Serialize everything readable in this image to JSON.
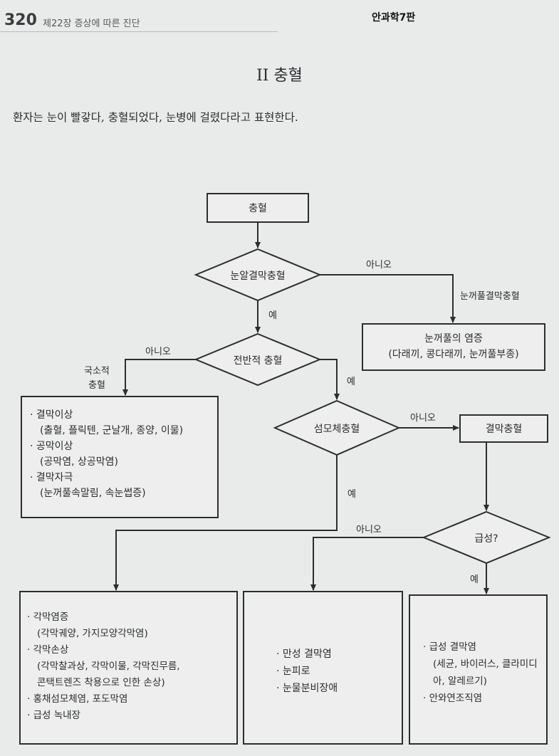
{
  "header": {
    "page_number": "320",
    "chapter": "제22장 증상에 따른 진단",
    "book": "안과학7판"
  },
  "section_title": "II 충혈",
  "intro": "환자는 눈이 빨갛다, 충혈되었다, 눈병에 걸렸다라고 표현한다.",
  "nodes": {
    "start": "충혈",
    "d1": "눈알결막충혈",
    "d2": "전반적 충혈",
    "d3": "섬모체충혈",
    "d4": "급성?",
    "conj": "결막충혈",
    "lid_line1": "눈꺼풀의 염증",
    "lid_line2": "(다래끼, 콩다래끼, 눈꺼풀부종)"
  },
  "edges": {
    "d1_no": "아니오",
    "d1_no_target": "눈꺼풀결막충혈",
    "d1_yes": "예",
    "d2_no": "아니오",
    "d2_local_1": "국소적",
    "d2_local_2": "충혈",
    "d2_yes": "예",
    "d3_no": "아니오",
    "d3_yes": "예",
    "d4_no": "아니오",
    "d4_yes": "예"
  },
  "local_box": {
    "items": [
      "· 결막이상",
      "(출혈, 플릭텐, 군날개, 종양, 이물)",
      "· 공막이상",
      "(공막염, 상공막염)",
      "· 결막자극",
      "(눈꺼풀속말림, 속눈썹증)"
    ]
  },
  "ciliary_box": {
    "items": [
      "· 각막염증",
      "(각막궤양, 가지모양각막염)",
      "· 각막손상",
      "(각막찰과상, 각막이물, 각막진무름,",
      "콘택트렌즈 착용으로 인한 손상)",
      "· 홍채섬모체염, 포도막염",
      "· 급성 녹내장"
    ]
  },
  "chronic_box": {
    "items": [
      "· 만성 결막염",
      "· 눈피로",
      "· 눈물분비장애"
    ]
  },
  "acute_box": {
    "items": [
      "· 급성 결막염",
      "(세균, 바이러스, 클라미디",
      "아, 알레르기)",
      "· 안와연조직염"
    ]
  }
}
